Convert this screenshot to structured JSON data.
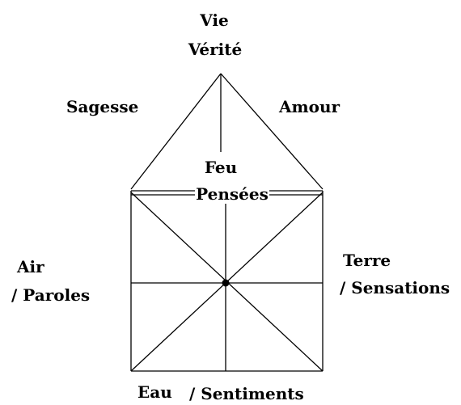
{
  "labels": {
    "apex_line1": "Vie",
    "apex_line2": "Vérité",
    "left_roof": "Sagesse",
    "right_roof": "Amour",
    "fire_line1": "Feu",
    "fire_line2": "Pensées",
    "left_line1": "Air",
    "left_line2": "/ Paroles",
    "right_line1": "Terre",
    "right_line2": "/ Sensations",
    "bottom_line1": "Eau",
    "bottom_line2": "/ Sentiments"
  },
  "colors": {
    "stroke": "#000000",
    "background": "#ffffff"
  }
}
